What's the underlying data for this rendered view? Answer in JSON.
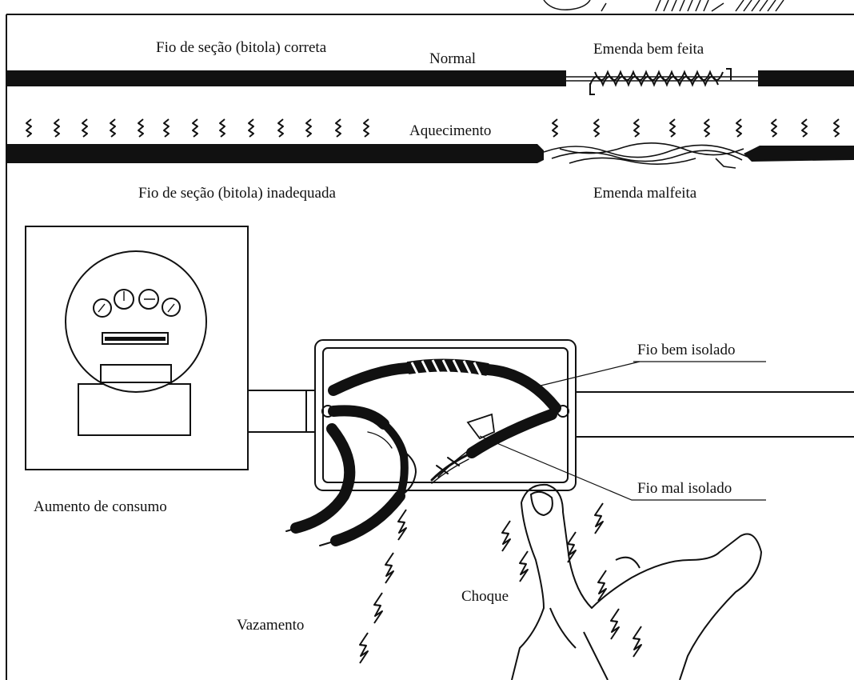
{
  "labels": {
    "fio_correta": "Fio de seção (bitola) correta",
    "normal": "Normal",
    "emenda_bem_feita": "Emenda bem feita",
    "aquecimento": "Aquecimento",
    "fio_inadequada": "Fio de seção (bitola) inadequada",
    "emenda_malfeita": "Emenda malfeita",
    "fio_bem_isolado": "Fio bem isolado",
    "fio_mal_isolado": "Fio mal isolado",
    "aumento_consumo": "Aumento de consumo",
    "choque": "Choque",
    "vazamento": "Vazamento"
  }
}
